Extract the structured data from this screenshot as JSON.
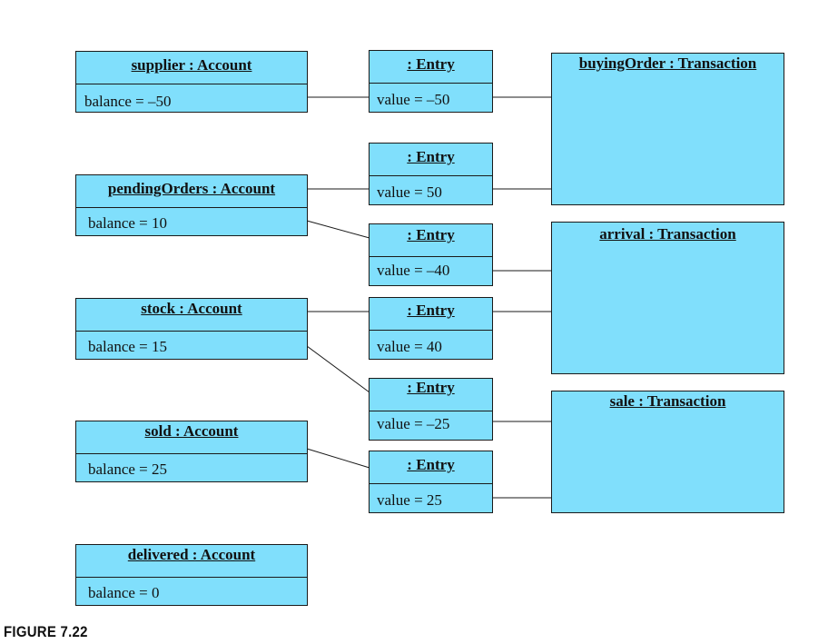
{
  "accounts": [
    {
      "name": "supplier : Account",
      "attribute": "balance = –50"
    },
    {
      "name": "pendingOrders : Account",
      "attribute": "balance = 10"
    },
    {
      "name": "stock : Account",
      "attribute": "balance = 15"
    },
    {
      "name": "sold : Account",
      "attribute": "balance = 25"
    },
    {
      "name": "delivered : Account",
      "attribute": "balance = 0"
    }
  ],
  "entries": [
    {
      "name": ": Entry",
      "attribute": "value = –50"
    },
    {
      "name": ": Entry",
      "attribute": "value = 50"
    },
    {
      "name": ": Entry",
      "attribute": "value = –40"
    },
    {
      "name": ": Entry",
      "attribute": "value = 40"
    },
    {
      "name": ": Entry",
      "attribute": "value = –25"
    },
    {
      "name": ": Entry",
      "attribute": "value = 25"
    }
  ],
  "transactions": [
    {
      "name": "buyingOrder : Transaction"
    },
    {
      "name": "arrival : Transaction"
    },
    {
      "name": "sale : Transaction"
    }
  ],
  "links": [
    {
      "from": "account",
      "from_index": 0,
      "to": "entry",
      "to_index": 0
    },
    {
      "from": "account",
      "from_index": 1,
      "to": "entry",
      "to_index": 1
    },
    {
      "from": "account",
      "from_index": 1,
      "to": "entry",
      "to_index": 2
    },
    {
      "from": "account",
      "from_index": 2,
      "to": "entry",
      "to_index": 3
    },
    {
      "from": "account",
      "from_index": 2,
      "to": "entry",
      "to_index": 4
    },
    {
      "from": "account",
      "from_index": 3,
      "to": "entry",
      "to_index": 5
    },
    {
      "from": "entry",
      "from_index": 0,
      "to": "transaction",
      "to_index": 0
    },
    {
      "from": "entry",
      "from_index": 1,
      "to": "transaction",
      "to_index": 0
    },
    {
      "from": "entry",
      "from_index": 2,
      "to": "transaction",
      "to_index": 1
    },
    {
      "from": "entry",
      "from_index": 3,
      "to": "transaction",
      "to_index": 1
    },
    {
      "from": "entry",
      "from_index": 4,
      "to": "transaction",
      "to_index": 2
    },
    {
      "from": "entry",
      "from_index": 5,
      "to": "transaction",
      "to_index": 2
    }
  ],
  "caption": "FIGURE 7.22",
  "colors": {
    "box_fill": "#80dffc",
    "stroke": "#1a1a1a"
  }
}
